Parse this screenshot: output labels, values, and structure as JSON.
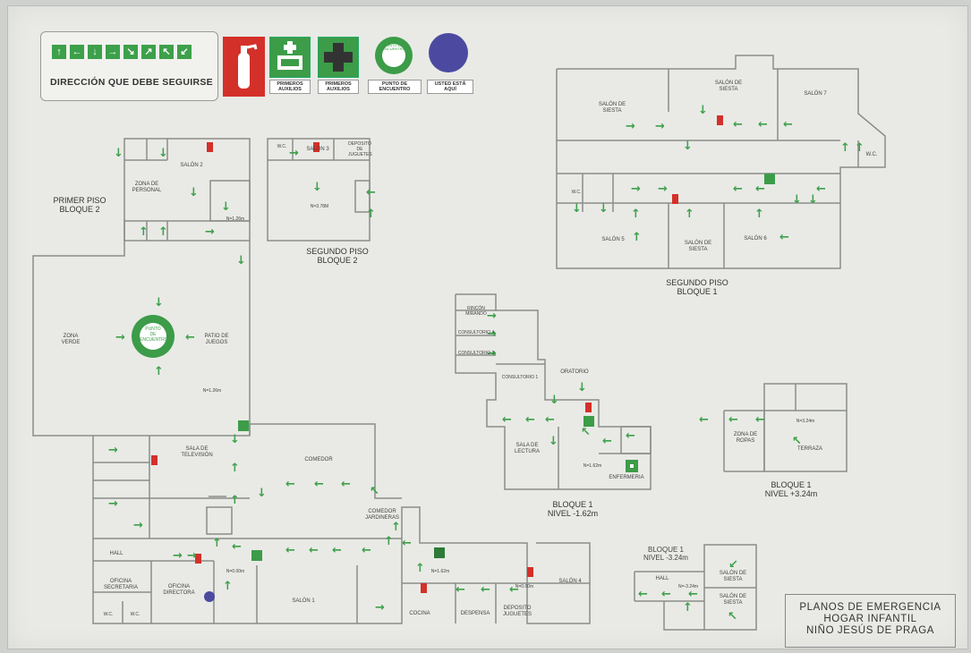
{
  "legend": {
    "title": "DIRECCIÓN QUE DEBE SEGUIRSE",
    "direction_arrows": [
      "arrow-up-icon",
      "arrow-left-icon",
      "arrow-down-icon",
      "arrow-right-icon",
      "arrow-down-right-icon",
      "arrow-up-right-icon",
      "arrow-up-left-icon",
      "arrow-down-left-icon"
    ],
    "first_aid_label": "PRIMEROS AUXILIOS",
    "first_aid_label_2": "PRIMEROS AUXILIOS",
    "meeting_point_label": "PUNTO DE ENCUENTRO",
    "meeting_point_inner": "PUNTO DE ENCUENTRO",
    "you_are_here_label": "USTED ESTÁ AQUÍ"
  },
  "colors": {
    "exit_green": "#3da04a",
    "extinguisher_red": "#d4302a",
    "you_are_here": "#4b4aa0",
    "walls": "#8a8c88"
  },
  "plans": {
    "primer_piso_b2": "PRIMER PISO\nBLOQUE 2",
    "segundo_piso_b2": "SEGUNDO PISO\nBLOQUE 2",
    "segundo_piso_b1": "SEGUNDO PISO\nBLOQUE 1",
    "b1_n162": "BLOQUE 1\nNIVEL -1.62m",
    "b1_n324": "BLOQUE 1\nNIVEL +3.24m",
    "b1_nm324": "BLOQUE 1\nNIVEL -3.24m"
  },
  "rooms": {
    "salon2": "SALÓN 2",
    "zona_personal": "ZONA DE\nPERSONAL",
    "salon3": "SALÓN 3",
    "deposito_juguetes": "DEPOSITO\nDE\nJUGUETES",
    "wc": "W.C.",
    "zona_verde": "ZONA\nVERDE",
    "patio_juegos": "PATIO DE\nJUEGOS",
    "punto_encuentro": "PUNTO\nDE\nENCUENTRO",
    "sala_tv": "SALA DE\nTELEVISIÓN",
    "comedor": "COMEDOR",
    "comedor_jardineras": "COMEDOR\nJARDINERAS",
    "hall": "HALL",
    "oficina_secretaria": "OFICINA\nSECRETARIA",
    "oficina_directora": "OFICINA\nDIRECTORA",
    "salon1": "SALÓN 1",
    "cocina": "COCINA",
    "despensa": "DESPENSA",
    "deposito_juguetes_2": "DEPOSITO\nJUGUETES",
    "salon4": "SALÓN 4",
    "wc_1": "W.C.",
    "wc_2": "W.C.",
    "salon_siesta_a": "SALÓN DE\nSIESTA",
    "salon_siesta_b": "SALÓN DE\nSIESTA",
    "salon7": "SALÓN 7",
    "wc_b1": "W.C.",
    "wc_b1b": "W.C.",
    "salon5": "SALÓN 5",
    "salon_siesta_c": "SALÓN DE\nSIESTA",
    "salon6": "SALÓN 6",
    "rincon_mirando": "RINCÓN MIRANDO",
    "consultorio4": "CONSULTORIO 4",
    "consultorio3": "CONSULTORIO 3",
    "consultorio1": "CONSULTORIO 1",
    "oratorio": "ORATORIO",
    "sala_lectura": "SALA DE\nLECTURA",
    "enfermeria": "ENFERMERIA",
    "zona_ropas": "ZONA DE\nROPAS",
    "terraza": "TERRAZA",
    "hall_2": "HALL",
    "salon_siesta_d": "SALÓN DE\nSIESTA",
    "salon_siesta_e": "SALÓN DE\nSIESTA"
  },
  "levels": {
    "n_primer": "N=1.26m",
    "n_salon3": "N=3.78M",
    "n_salon2": "N=1.26m",
    "n_hall": "N=0.00m",
    "n_cocina": "N=1.62m",
    "n_deposito": "N=0.00m",
    "n_b1_n162": "N=1.62m",
    "n_terraza": "N=3.24m",
    "n_b1_nm324": "N=-3.24m"
  },
  "title": {
    "line1": "PLANOS DE EMERGENCIA",
    "line2": "HOGAR INFANTIL",
    "line3": "NIÑO  JESÚS DE PRAGA"
  }
}
